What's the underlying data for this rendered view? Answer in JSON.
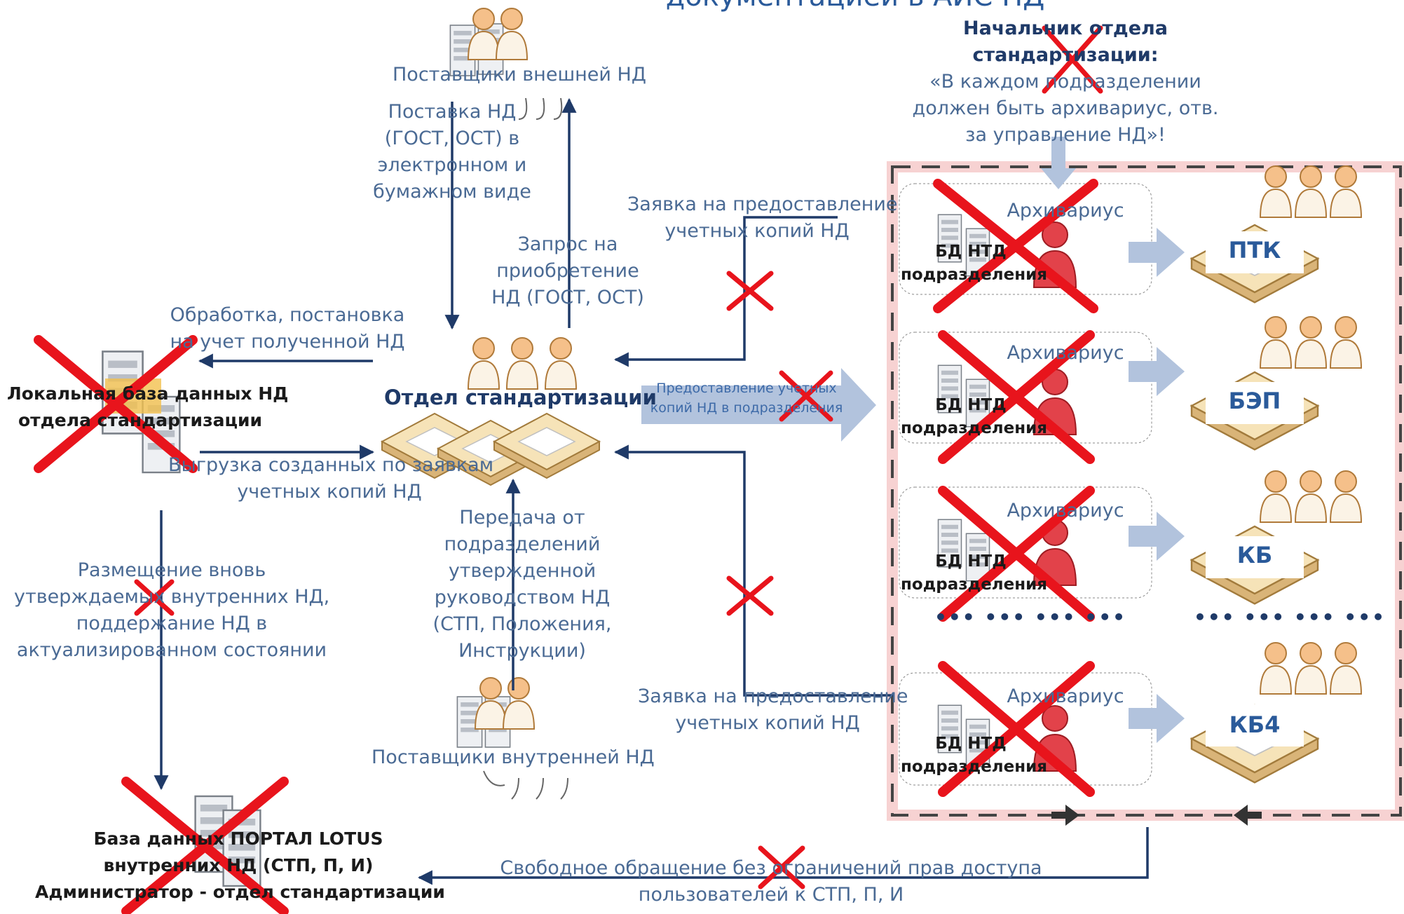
{
  "header": {
    "title": "документацией в АИС НД"
  },
  "suppliers_external": {
    "label": "Поставщики внешней НД"
  },
  "suppliers_internal": {
    "label": "Поставщики внутренней НД"
  },
  "dept_standardization": {
    "label": "Отдел стандартизации"
  },
  "local_db": {
    "line1": "Локальная база данных НД",
    "line2": "отдела стандартизации"
  },
  "portal_db": {
    "line1": "База данных ПОРТАЛ LOTUS",
    "line2": "внутренних НД (СТП, П, И)",
    "line3": "Администратор - отдел стандартизации"
  },
  "chief": {
    "title1": "Начальник отдела",
    "title2": "стандартизации:",
    "quote1": "«В каждом подразделении",
    "quote2": "должен быть архивариус, отв.",
    "quote3": "за управление НД»!"
  },
  "flows": {
    "supply": [
      "Поставка НД",
      "(ГОСТ, ОСТ) в",
      "электронном и",
      "бумажном виде"
    ],
    "purchase_request": [
      "Запрос на",
      "приобретение",
      "НД (ГОСТ, ОСТ)"
    ],
    "processing": [
      "Обработка, постановка",
      "на учет полученной НД"
    ],
    "export": [
      "Выгрузка созданных по заявкам",
      "учетных копий НД"
    ],
    "transfer": [
      "Передача от",
      "подразделений",
      "утвержденной",
      "руководством НД",
      "(СТП, Положения,",
      "Инструкции)"
    ],
    "placement": [
      "Размещение вновь",
      "утверждаемых внутренних НД,",
      "поддержание НД в",
      "актуализированном состоянии"
    ],
    "request_top": [
      "Заявка на предоставление",
      "учетных копий НД"
    ],
    "request_bottom": [
      "Заявка на предоставление",
      "учетных копий НД"
    ],
    "provision": [
      "Предоставление учетных",
      "копий НД в подразделения"
    ],
    "free_access": [
      "Свободное обращение без ограничений прав доступа",
      "пользователей к СТП, П, И"
    ]
  },
  "units": [
    {
      "name": "ПТК",
      "archivist": "Архивариус",
      "db1": "БД НТД",
      "db2": "подразделения"
    },
    {
      "name": "БЭП",
      "archivist": "Архивариус",
      "db1": "БД НТД",
      "db2": "подразделения"
    },
    {
      "name": "КБ",
      "archivist": "Архивариус",
      "db1": "БД НТД",
      "db2": "подразделения"
    },
    {
      "name": "КБ4",
      "archivist": "Архивариус",
      "db1": "БД НТД",
      "db2": "подразделения"
    }
  ],
  "ellipsis": "••• ••• ••• •••",
  "colors": {
    "arrow": "#1f3a68",
    "cross": "#e8141c",
    "label": "#4a6a94",
    "unit_text": "#2a5a9a",
    "soft_arrow": "#a9bcd8"
  }
}
